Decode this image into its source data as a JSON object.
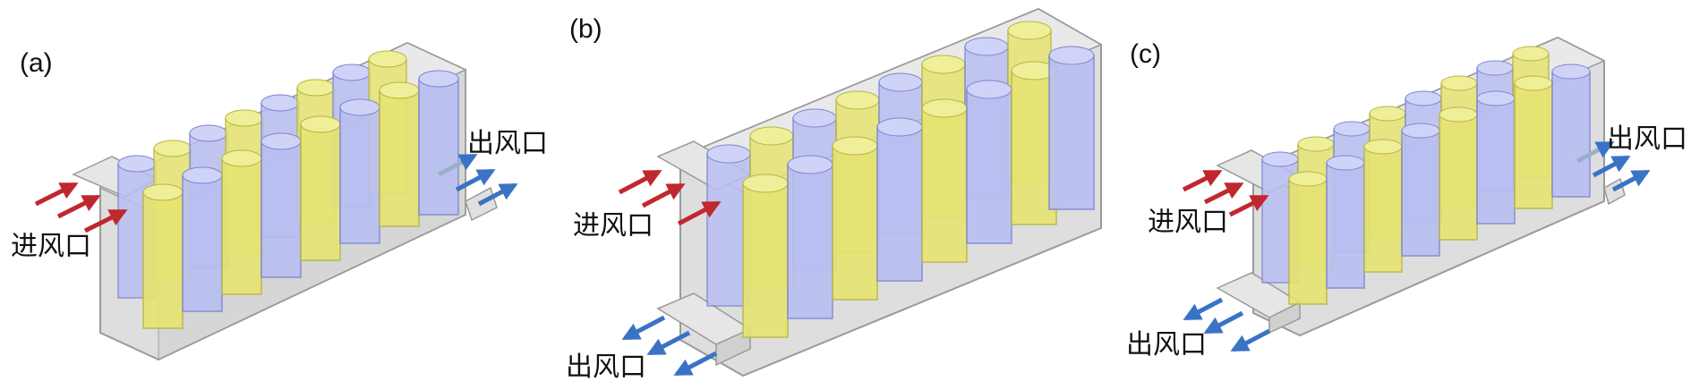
{
  "panels": [
    {
      "id": "a",
      "label": "(a)",
      "inlet_label": "进风口",
      "outlet_labels": [
        "出风口"
      ]
    },
    {
      "id": "b",
      "label": "(b)",
      "inlet_label": "进风口",
      "outlet_labels": [
        "出风口"
      ]
    },
    {
      "id": "c",
      "label": "(c)",
      "inlet_label": "进风口",
      "outlet_labels": [
        "出风口",
        "出风口"
      ]
    }
  ],
  "colors": {
    "cell_blue": "#b9bff2",
    "cell_yellow": "#e6e472",
    "housing": "#d9d9d9",
    "inlet_arrow": "#c0282e",
    "outlet_arrow": "#3a73c4"
  }
}
